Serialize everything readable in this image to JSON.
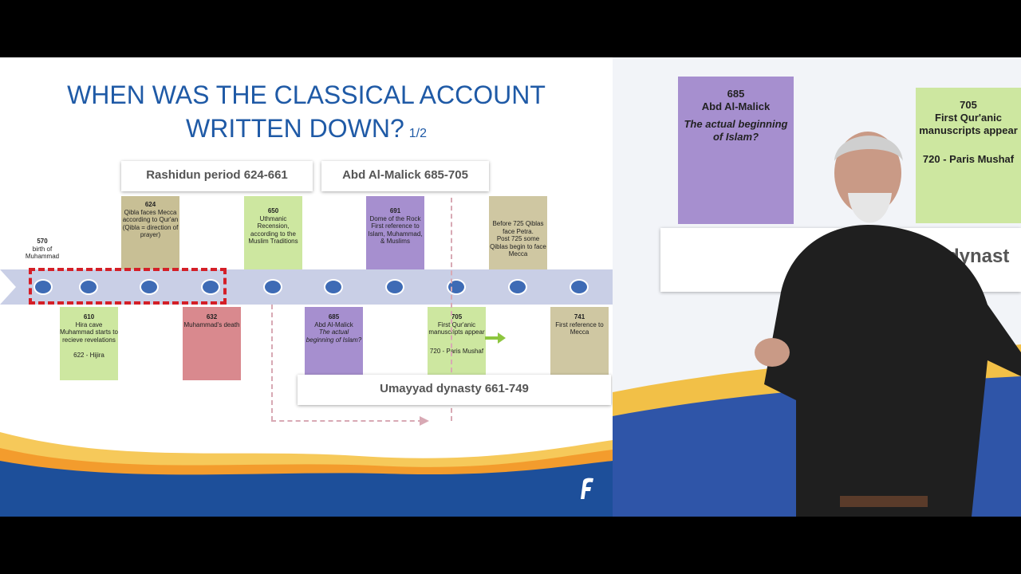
{
  "slide": {
    "title_line1": "WHEN WAS THE CLASSICAL ACCOUNT",
    "title_line2": "WRITTEN DOWN?",
    "page_indicator": "1/2",
    "periods": {
      "rashidun": "Rashidun period 624-661",
      "abd": "Abd Al-Malick 685-705",
      "umayyad": "Umayyad dynasty 661-749"
    },
    "top_events": [
      {
        "year": "570",
        "text": "birth of Muhammad"
      },
      {
        "year": "624",
        "text": "Qibla faces Mecca according to Qur'an",
        "extra": "(Qibla = direction of prayer)"
      },
      {
        "year": "650",
        "text": "Uthmanic Recension, according to the Muslim Traditions"
      },
      {
        "year": "691",
        "text": "Dome of the Rock",
        "extra": "First reference to Islam, Muhammad, & Muslims"
      },
      {
        "year": "",
        "text": "Before 725 Qiblas face Petra.",
        "extra": "Post 725 some Qiblas begin to face Mecca"
      }
    ],
    "bottom_events": [
      {
        "year": "610",
        "text": "Hira cave",
        "extra": "Muhammad starts to recieve revelations",
        "tail": "622 - Hijira"
      },
      {
        "year": "632",
        "text": "Muhammad's death"
      },
      {
        "year": "685",
        "text": "Abd Al-Malick",
        "extra": "The actual beginning of Islam?"
      },
      {
        "year": "705",
        "text": "First Qur'anic manuscripts appear",
        "tail": "720 - Paris Mushaf"
      },
      {
        "year": "741",
        "text": "First reference to Mecca"
      }
    ]
  },
  "screen": {
    "box1_year": "685",
    "box1_title": "Abd Al-Malick",
    "box1_text": "The actual beginning of Islam?",
    "box2_year": "705",
    "box2_text": "First Qur'anic manuscripts appear",
    "box2_tail": "720 - Paris Mushaf",
    "band_text": "dynast"
  },
  "colors": {
    "title_blue": "#1f5aa6",
    "dot_blue": "#3e6bb5",
    "highlight_red": "#d41f27",
    "olive": "#c8bf95",
    "green": "#cde7a0",
    "lilac": "#a68fcf",
    "rose": "#d9898e",
    "khaki": "#cfc7a2"
  }
}
